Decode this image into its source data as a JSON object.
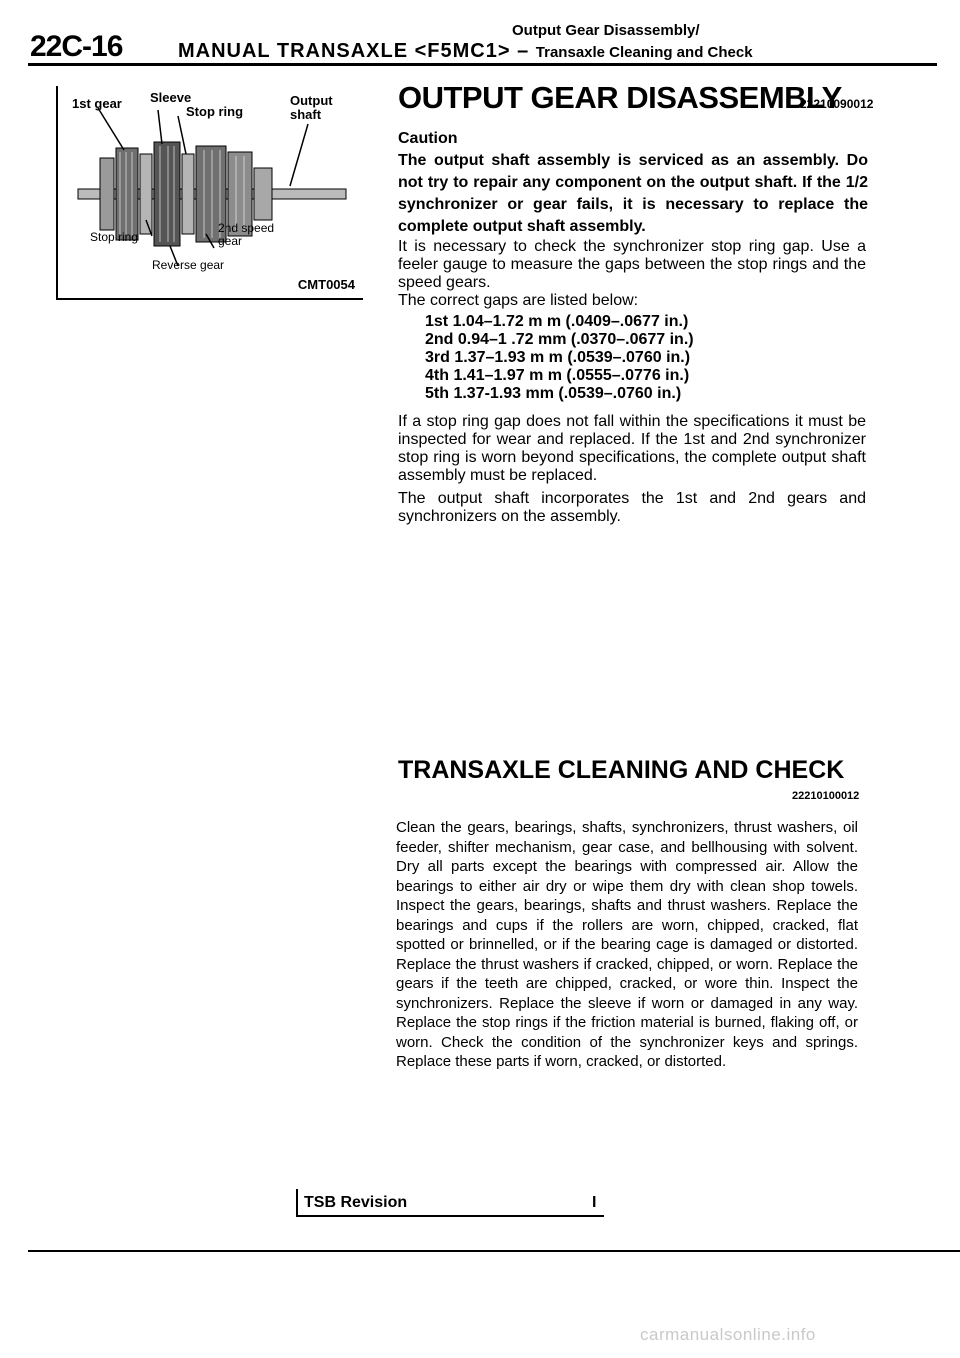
{
  "header": {
    "page_number": "22C-16",
    "section_top": "Output Gear Disassembly/",
    "section_main": "MANUAL TRANSAXLE <F5MC1> –",
    "section_sub": "Transaxle Cleaning and Check"
  },
  "figure": {
    "labels": {
      "first_gear": "1st gear",
      "sleeve": "Sleeve",
      "stop_ring_top": "Stop ring",
      "output_shaft": "Output shaft",
      "stop_ring_bottom": "Stop ring",
      "second_speed_gear": "2nd speed gear",
      "reverse_gear": "Reverse gear"
    },
    "code": "CMT0054"
  },
  "section1": {
    "title": "OUTPUT GEAR DISASSEMBLY",
    "code": "22210090012",
    "caution_label": "Caution",
    "caution_text": "The output shaft assembly is serviced as an assembly. Do not try to repair any component on the output shaft. If the 1/2 synchronizer or gear fails, it is necessary to replace the complete output shaft assembly.",
    "intro": "It is necessary to check the synchronizer stop ring gap. Use a feeler gauge to measure the gaps between the stop rings and the speed gears.",
    "list_intro": "The correct gaps are listed below:",
    "specs": [
      "1st 1.04–1.72 m m (.0409–.0677 in.)",
      "2nd 0.94–1 .72 mm (.0370–.0677 in.)",
      "3rd 1.37–1.93 m m (.0539–.0760 in.)",
      "4th 1.41–1.97 m m (.0555–.0776 in.)",
      "5th 1.37-1.93 mm (.0539–.0760 in.)"
    ],
    "para2": "If a stop ring gap does not fall within the specifications it must be inspected for wear and replaced. If the 1st and 2nd synchronizer stop ring is worn beyond specifications, the complete output shaft assembly must be replaced.",
    "para3": "The output shaft incorporates the 1st and 2nd gears and synchronizers on the assembly."
  },
  "section2": {
    "title": "TRANSAXLE CLEANING AND CHECK",
    "code": "22210100012",
    "body": "Clean the gears, bearings, shafts, synchronizers, thrust washers, oil feeder, shifter mechanism, gear case, and bellhousing with solvent. Dry all parts except the bearings with compressed air. Allow the bearings to either air dry or wipe them dry with clean shop towels. Inspect the gears, bearings, shafts and thrust washers. Replace the bearings and cups if the rollers are worn, chipped, cracked, flat spotted or brinnelled, or if the bearing cage is damaged or distorted. Replace the thrust washers if cracked, chipped, or worn. Replace the gears if the teeth are chipped, cracked, or wore thin. Inspect the synchronizers. Replace the sleeve if worn or damaged in any way. Replace the stop rings if the friction material is burned, flaking off, or worn. Check the condition of the synchronizer keys and springs. Replace these parts if worn, cracked, or distorted."
  },
  "footer": {
    "tsb_label": "TSB Revision",
    "tsb_value": "I"
  },
  "watermark": "carmanualsonline.info"
}
